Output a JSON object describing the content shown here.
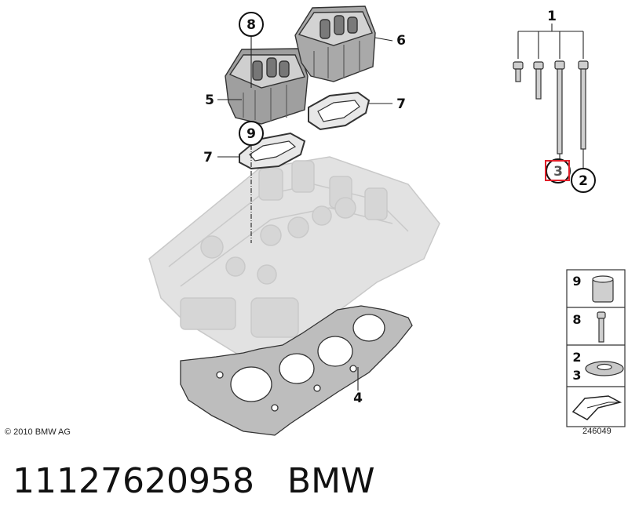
{
  "callouts": {
    "c1": "1",
    "c2": "2",
    "c3": "3",
    "c4": "4",
    "c5": "5",
    "c6": "6",
    "c7a": "7",
    "c7b": "7",
    "c8": "8",
    "c9": "9"
  },
  "legend": {
    "row1": "9",
    "row2": "8",
    "row3a": "2",
    "row3b": "3"
  },
  "copyright": "© 2010 BMW AG",
  "diagram_id": "246049",
  "caption": {
    "part_number": "11127620958",
    "brand": "BMW"
  },
  "colors": {
    "highlight": "#e0202a",
    "line": "#222222",
    "ghost_part": "#d9d9d9"
  }
}
